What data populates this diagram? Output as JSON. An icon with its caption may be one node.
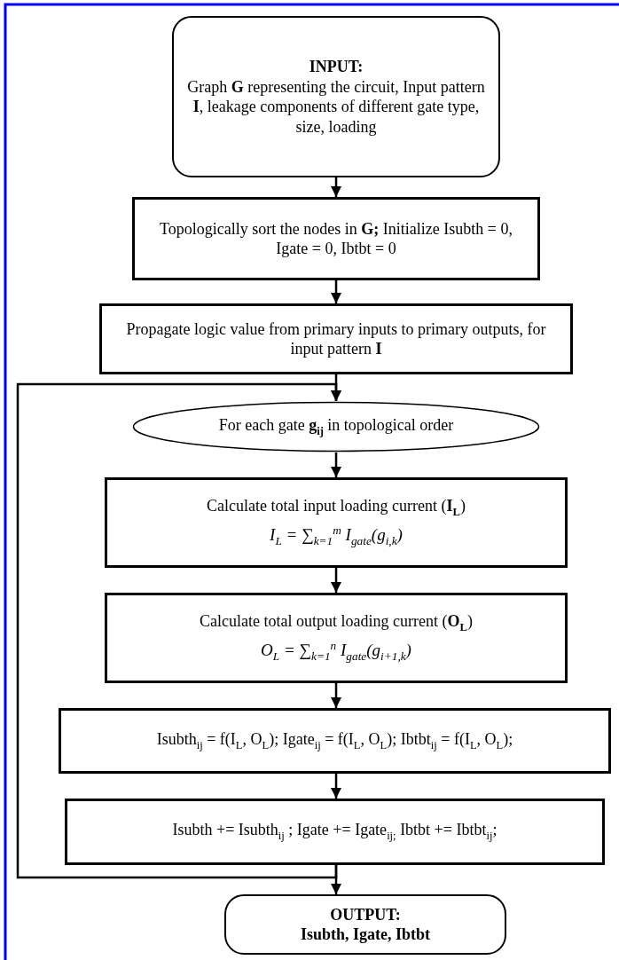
{
  "diagram": {
    "nodes": [
      {
        "text": [
          "INPUT:",
          "Graph **G** representing the circuit, Input pattern **I**, leakage components of different gate type, size, loading"
        ]
      },
      {
        "text": [
          "Topologically sort the nodes in **G;** Initialize Isubth = 0, Igate = 0, Ibtbt = 0"
        ]
      },
      {
        "text": [
          "Propagate logic value from primary inputs to primary outputs, for input pattern **I**"
        ]
      },
      {
        "text": [
          "For each gate **g$_{ij}$** in topological order"
        ]
      },
      {
        "text": [
          "Calculate total input loading current (**I$_{L}$**)",
          "I$_{L}$ = ∑$_{k=1}$$^{m}$ I$_{gate}$(g$_{i,k}$)"
        ]
      },
      {
        "text": [
          "Calculate total output loading current (**O$_{L}$**)",
          "O$_{L}$ = ∑$_{k=1}$$^{n}$ I$_{gate}$(g$_{i+1,k}$)"
        ]
      },
      {
        "text": [
          "Isubth$_{ij}$ = f(I$_{L}$, O$_{L}$); Igate$_{ij}$ = f(I$_{L}$, O$_{L}$); Ibtbt$_{ij}$ = f(I$_{L}$, O$_{L}$);"
        ]
      },
      {
        "text": [
          "Isubth += Isubth$_{ij}$ ; Igate += Igate$_{ij;}$ Ibtbt += Ibtbt$_{ij}$;"
        ]
      },
      {
        "text": [
          "OUTPUT:",
          "Isubth, Igate, Ibtbt"
        ]
      }
    ],
    "edges": [
      {
        "from": 0,
        "to": 1,
        "arrow": "to"
      },
      {
        "from": 1,
        "to": 2,
        "arrow": "to"
      },
      {
        "from": 2,
        "to": 3,
        "arrow": "to"
      },
      {
        "from": 3,
        "to": 4,
        "arrow": "to"
      },
      {
        "from": 4,
        "to": 5,
        "arrow": "to"
      },
      {
        "from": 5,
        "to": 6,
        "arrow": "to"
      },
      {
        "from": 6,
        "to": 7,
        "arrow": "to"
      },
      {
        "from": 7,
        "to": 8,
        "arrow": "to"
      },
      {
        "from": 7,
        "to": 3,
        "arrow": "to"
      }
    ]
  }
}
